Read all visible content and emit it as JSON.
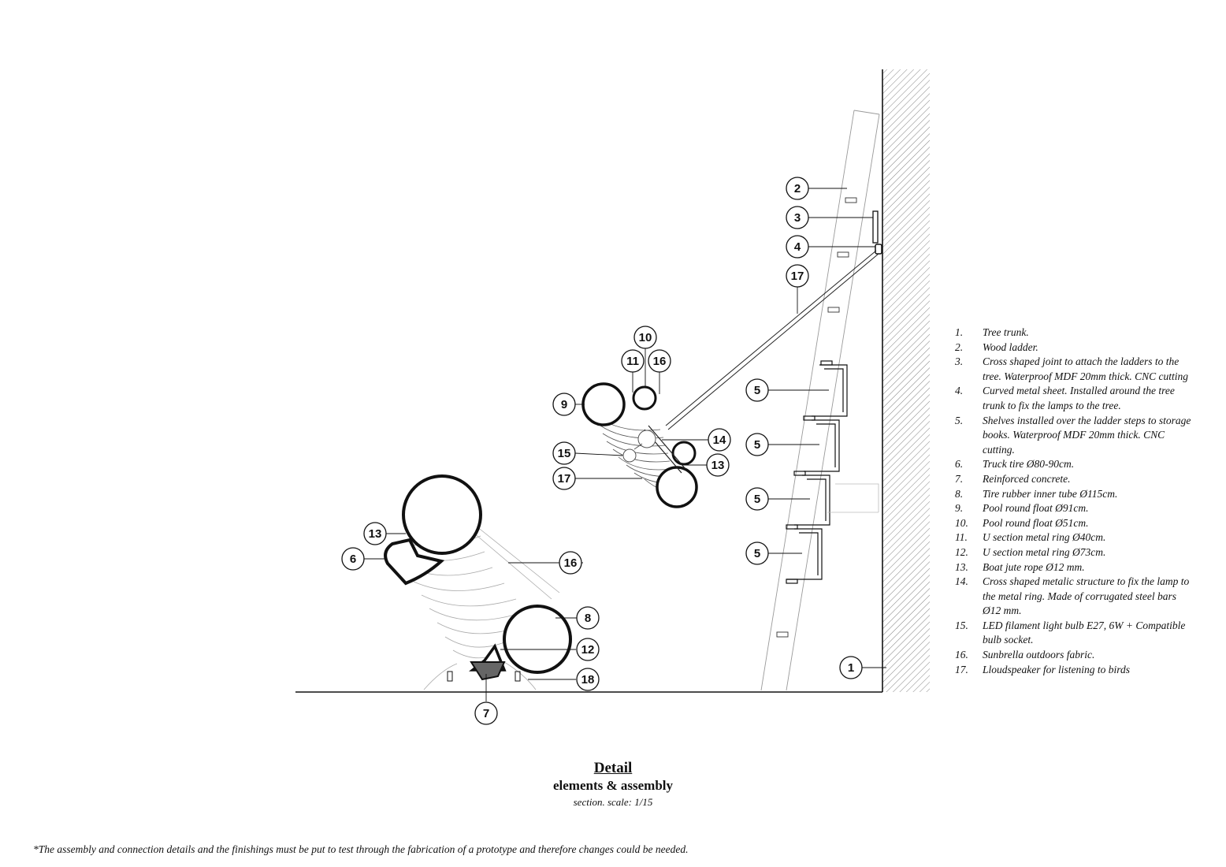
{
  "callouts": [
    {
      "n": "1"
    },
    {
      "n": "2"
    },
    {
      "n": "3"
    },
    {
      "n": "4"
    },
    {
      "n": "5"
    },
    {
      "n": "5"
    },
    {
      "n": "5"
    },
    {
      "n": "5"
    },
    {
      "n": "6"
    },
    {
      "n": "7"
    },
    {
      "n": "8"
    },
    {
      "n": "9"
    },
    {
      "n": "10"
    },
    {
      "n": "11"
    },
    {
      "n": "12"
    },
    {
      "n": "13"
    },
    {
      "n": "13"
    },
    {
      "n": "14"
    },
    {
      "n": "15"
    },
    {
      "n": "16"
    },
    {
      "n": "16"
    },
    {
      "n": "17"
    },
    {
      "n": "17"
    },
    {
      "n": "18"
    }
  ],
  "legend": [
    {
      "num": "1.",
      "text": "Tree trunk."
    },
    {
      "num": "2.",
      "text": "Wood ladder."
    },
    {
      "num": "3.",
      "text": "Cross shaped joint to attach the ladders to the tree. Waterproof MDF 20mm thick. CNC cutting"
    },
    {
      "num": "4.",
      "text": "Curved metal sheet. Installed around the tree trunk to fix the lamps to the tree."
    },
    {
      "num": "5.",
      "text": "Shelves installed over the ladder steps to storage books. Waterproof MDF 20mm thick. CNC cutting."
    },
    {
      "num": "6.",
      "text": "Truck tire Ø80-90cm."
    },
    {
      "num": "7.",
      "text": "Reinforced concrete."
    },
    {
      "num": "8.",
      "text": "Tire rubber inner tube Ø115cm."
    },
    {
      "num": "9.",
      "text": "Pool round float Ø91cm."
    },
    {
      "num": "10.",
      "text": "Pool round float Ø51cm."
    },
    {
      "num": "11.",
      "text": "U section metal ring Ø40cm."
    },
    {
      "num": "12.",
      "text": "U section metal ring Ø73cm."
    },
    {
      "num": "13.",
      "text": "Boat jute rope  Ø12 mm."
    },
    {
      "num": "14.",
      "text": "Cross shaped metalic structure to fix the lamp to the metal ring. Made of corrugated steel bars Ø12 mm."
    },
    {
      "num": "15.",
      "text": "LED filament light bulb E27, 6W + Compatible bulb socket."
    },
    {
      "num": "16.",
      "text": "Sunbrella outdoors fabric."
    },
    {
      "num": "17.",
      "text": "Lloudspeaker for listening to birds"
    }
  ],
  "title": {
    "main": "Detail",
    "sub": "elements & assembly",
    "scale": "section. scale: 1/15"
  },
  "footnote": "*The assembly and connection details and the finishings must be put to test through the fabrication of a prototype and therefore changes could be needed."
}
